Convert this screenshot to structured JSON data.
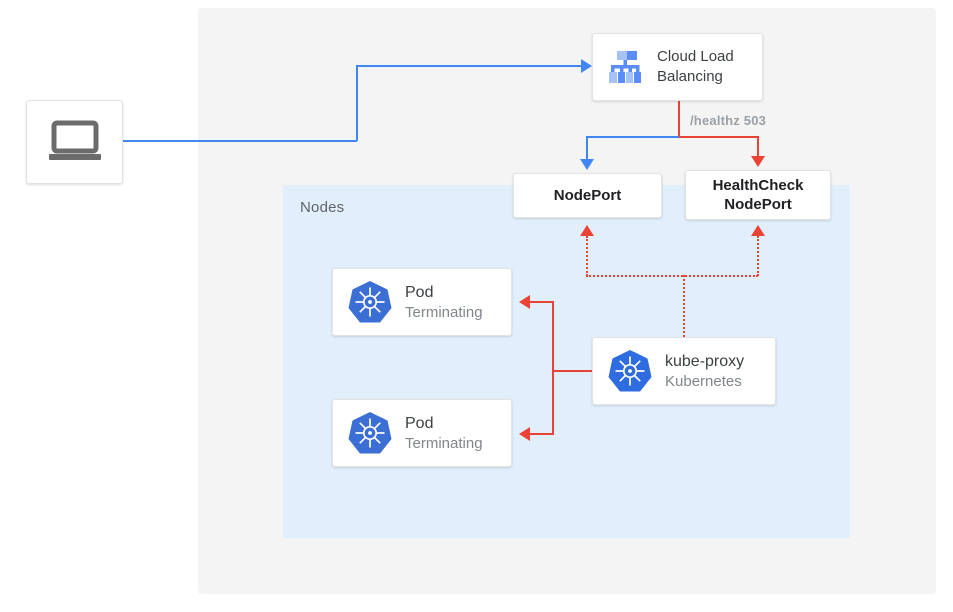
{
  "diagram": {
    "regions": {
      "outer": {
        "name": "outer-frame",
        "color": "#f4f4f4"
      },
      "nodes": {
        "label": "Nodes",
        "color": "#e1effc"
      }
    },
    "nodes_group": {
      "client": {
        "icon": "laptop-icon"
      },
      "load_balancer": {
        "icon": "cloud-load-balancing-icon",
        "title": "Cloud Load",
        "title_line2": "Balancing"
      },
      "nodeport": {
        "label": "NodePort"
      },
      "healthcheck_nodeport": {
        "label_line1": "HealthCheck",
        "label_line2": "NodePort"
      },
      "pod_1": {
        "icon": "kubernetes-icon",
        "title": "Pod",
        "subtitle": "Terminating"
      },
      "pod_2": {
        "icon": "kubernetes-icon",
        "title": "Pod",
        "subtitle": "Terminating"
      },
      "kube_proxy": {
        "icon": "kubernetes-icon",
        "title": "kube-proxy",
        "subtitle": "Kubernetes"
      }
    },
    "edges": {
      "healthz_label": "/healthz 503"
    },
    "colors": {
      "blue": "#4285f4",
      "red": "#ea4335",
      "k8s_blue": "#326ce5",
      "gray_region": "#f4f4f4",
      "blue_region": "#e1effc",
      "text_dark": "#3c4043",
      "text_muted": "#80868b"
    }
  }
}
